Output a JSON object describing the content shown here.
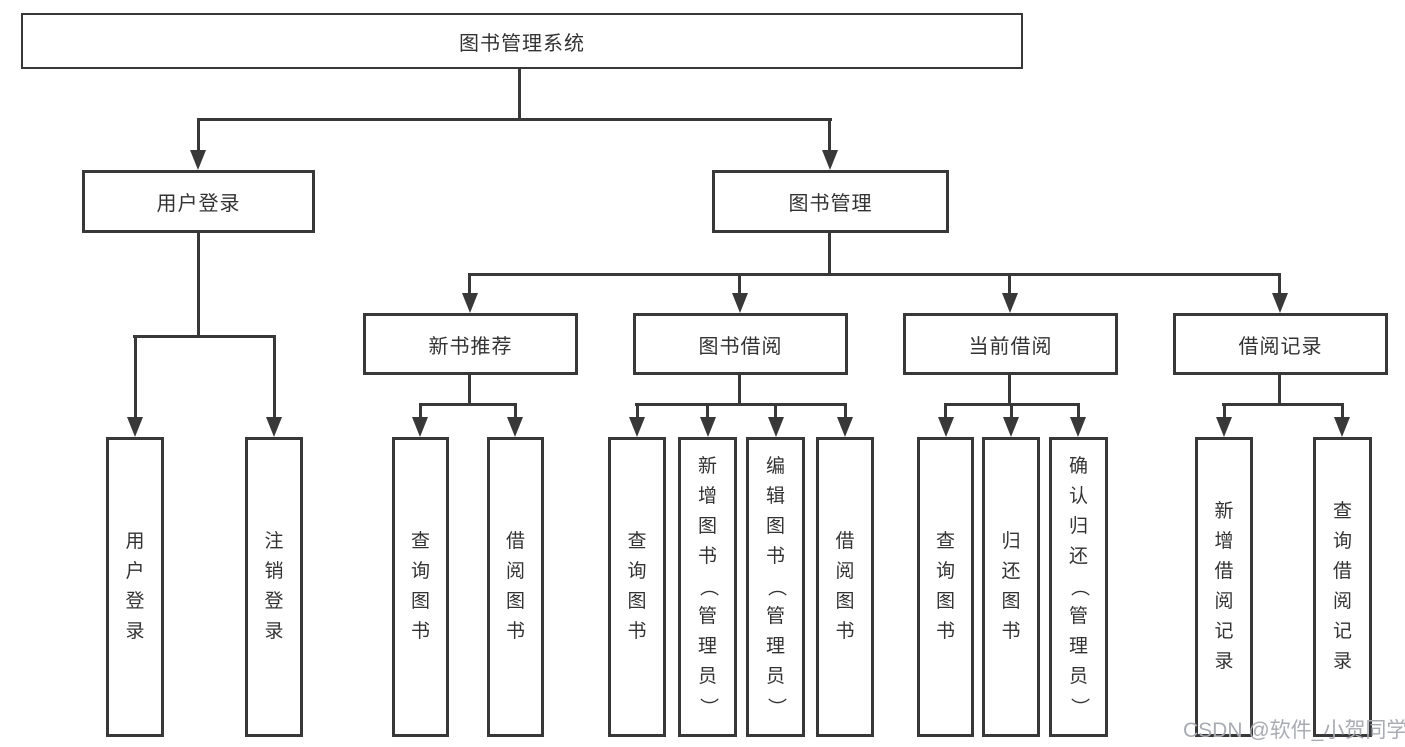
{
  "diagram": {
    "type": "hierarchy-tree",
    "tree": {
      "label": "图书管理系统",
      "children": [
        {
          "label": "用户登录",
          "children": [
            {
              "label": "用户登录"
            },
            {
              "label": "注销登录"
            }
          ]
        },
        {
          "label": "图书管理",
          "children": [
            {
              "label": "新书推荐",
              "children": [
                {
                  "label": "查询图书"
                },
                {
                  "label": "借阅图书"
                }
              ]
            },
            {
              "label": "图书借阅",
              "children": [
                {
                  "label": "查询图书"
                },
                {
                  "label": "新增图书（管理员）"
                },
                {
                  "label": "编辑图书（管理员）"
                },
                {
                  "label": "借阅图书"
                }
              ]
            },
            {
              "label": "当前借阅",
              "children": [
                {
                  "label": "查询图书"
                },
                {
                  "label": "归还图书"
                },
                {
                  "label": "确认归还（管理员）"
                }
              ]
            },
            {
              "label": "借阅记录",
              "children": [
                {
                  "label": "新增借阅记录"
                },
                {
                  "label": "查询借阅记录"
                }
              ]
            }
          ]
        }
      ]
    }
  },
  "watermark": {
    "text": "CSDN @软件_小贺同学"
  },
  "colors": {
    "line": "#383838",
    "text": "#333333",
    "watermark": "#a8acb2",
    "background": "#ffffff"
  }
}
